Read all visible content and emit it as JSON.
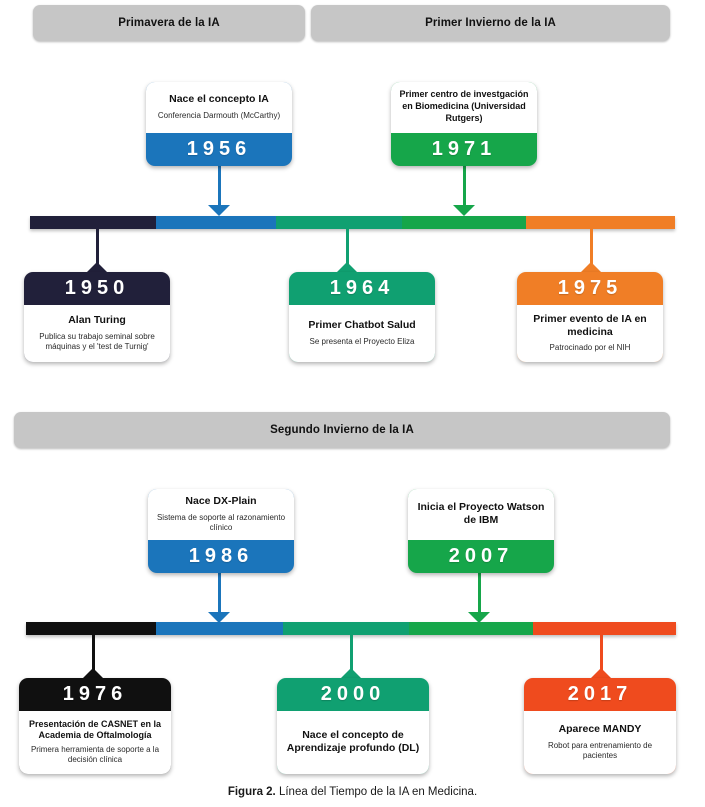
{
  "figure": {
    "caption_label": "Figura 2.",
    "caption_text": " Línea del Tiempo de la IA en Medicina."
  },
  "colors": {
    "banner_gray": "#c6c6c6",
    "navy": "#21203a",
    "black": "#101010",
    "blue": "#1b75bb",
    "teal": "#10a071",
    "green": "#16a64a",
    "orange": "#f07e26",
    "red_orange": "#ef4b1e"
  },
  "sections": [
    {
      "name": "section-one",
      "banners": [
        {
          "label": "Primavera de la IA"
        },
        {
          "label": "Primer Invierno de la IA"
        }
      ],
      "bar_segments": [
        {
          "name": "segment-navy",
          "color": "#21203a"
        },
        {
          "name": "segment-blue",
          "color": "#1b75bb"
        },
        {
          "name": "segment-teal",
          "color": "#10a071"
        },
        {
          "name": "segment-green",
          "color": "#16a64a"
        },
        {
          "name": "segment-orange",
          "color": "#f07e26"
        }
      ],
      "events": [
        {
          "id": "event-1950",
          "year": "1950",
          "title": "Alan Turing",
          "subtitle": "Publica su trabajo seminal sobre máquinas y el 'test de Turnig'",
          "color": "#21203a",
          "position": "below"
        },
        {
          "id": "event-1956",
          "year": "1956",
          "title": "Nace el concepto IA",
          "subtitle": "Conferencia Darmouth (McCarthy)",
          "color": "#1b75bb",
          "position": "above"
        },
        {
          "id": "event-1964",
          "year": "1964",
          "title": "Primer Chatbot Salud",
          "subtitle": "Se presenta el Proyecto Eliza",
          "color": "#10a071",
          "position": "below"
        },
        {
          "id": "event-1971",
          "year": "1971",
          "title": "Primer centro de investgación en Biomedicina (Universidad Rutgers)",
          "subtitle": "",
          "color": "#16a64a",
          "position": "above"
        },
        {
          "id": "event-1975",
          "year": "1975",
          "title": "Primer evento de IA en medicina",
          "subtitle": "Patrocinado por el NIH",
          "color": "#f07e26",
          "position": "below"
        }
      ]
    },
    {
      "name": "section-two",
      "banners": [
        {
          "label": "Segundo Invierno de la IA"
        }
      ],
      "bar_segments": [
        {
          "name": "segment-black",
          "color": "#101010"
        },
        {
          "name": "segment-blue",
          "color": "#1b75bb"
        },
        {
          "name": "segment-teal",
          "color": "#10a071"
        },
        {
          "name": "segment-green",
          "color": "#16a64a"
        },
        {
          "name": "segment-red-orange",
          "color": "#ef4b1e"
        }
      ],
      "events": [
        {
          "id": "event-1976",
          "year": "1976",
          "title": "Presentación de CASNET en la Academia de Oftalmología",
          "subtitle": "Primera herramienta de soporte a la decisión clínica",
          "color": "#101010",
          "position": "below"
        },
        {
          "id": "event-1986",
          "year": "1986",
          "title": "Nace DX-Plain",
          "subtitle": "Sistema de soporte al razonamiento clínico",
          "color": "#1b75bb",
          "position": "above"
        },
        {
          "id": "event-2000",
          "year": "2000",
          "title": "Nace el concepto de Aprendizaje profundo (DL)",
          "subtitle": "",
          "color": "#10a071",
          "position": "below"
        },
        {
          "id": "event-2007",
          "year": "2007",
          "title": "Inicia el Proyecto Watson de IBM",
          "subtitle": "",
          "color": "#16a64a",
          "position": "above"
        },
        {
          "id": "event-2017",
          "year": "2017",
          "title": "Aparece MANDY",
          "subtitle": "Robot para entrenamiento de pacientes",
          "color": "#ef4b1e",
          "position": "below"
        }
      ]
    }
  ]
}
